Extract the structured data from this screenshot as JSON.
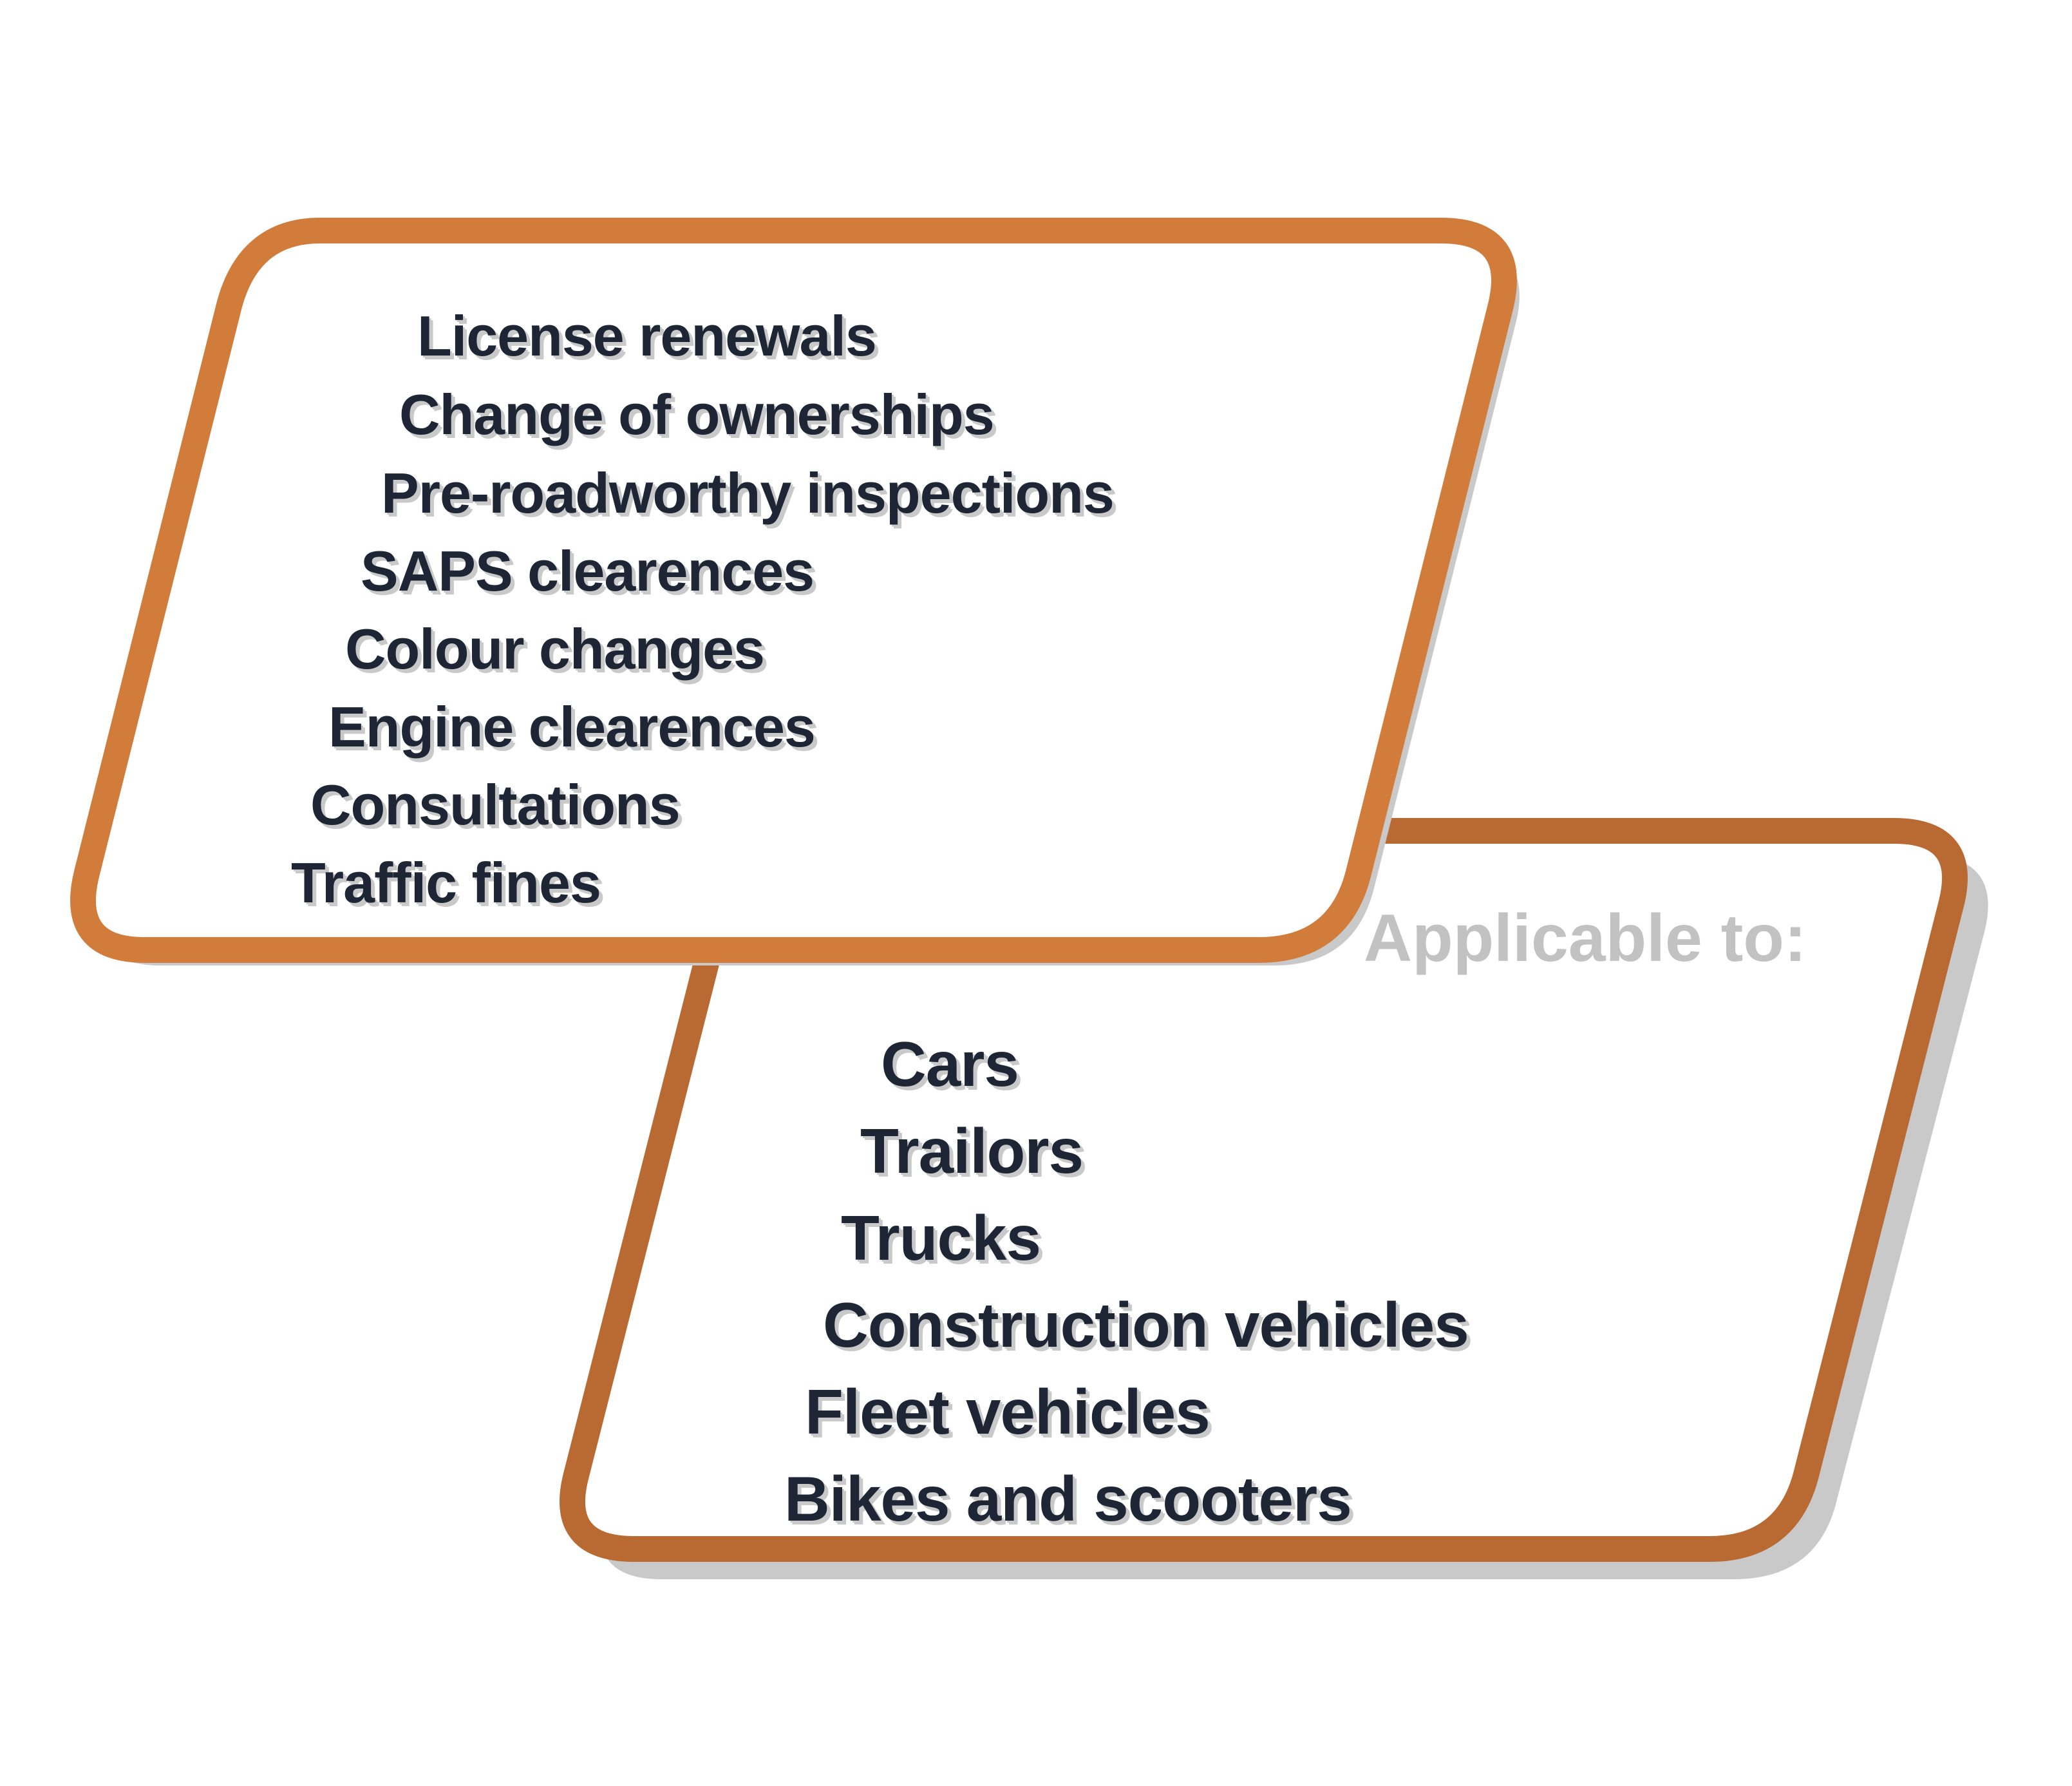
{
  "colors": {
    "card1_border": "#d27c3c",
    "card2_border": "#b96a33",
    "shadow": "#c9c9c9",
    "text": "#1e2534",
    "heading": "#c2c2c2"
  },
  "services": [
    "License renewals",
    "Change of ownerships",
    "Pre-roadworthy inspections",
    "SAPS clearences",
    "Colour changes",
    "Engine clearences",
    "Consultations",
    "Traffic fines"
  ],
  "applicable": {
    "heading": "Applicable to:",
    "items": [
      "Cars",
      "Trailors",
      "Trucks",
      "Construction vehicles",
      "Fleet vehicles",
      "Bikes and scooters"
    ]
  }
}
